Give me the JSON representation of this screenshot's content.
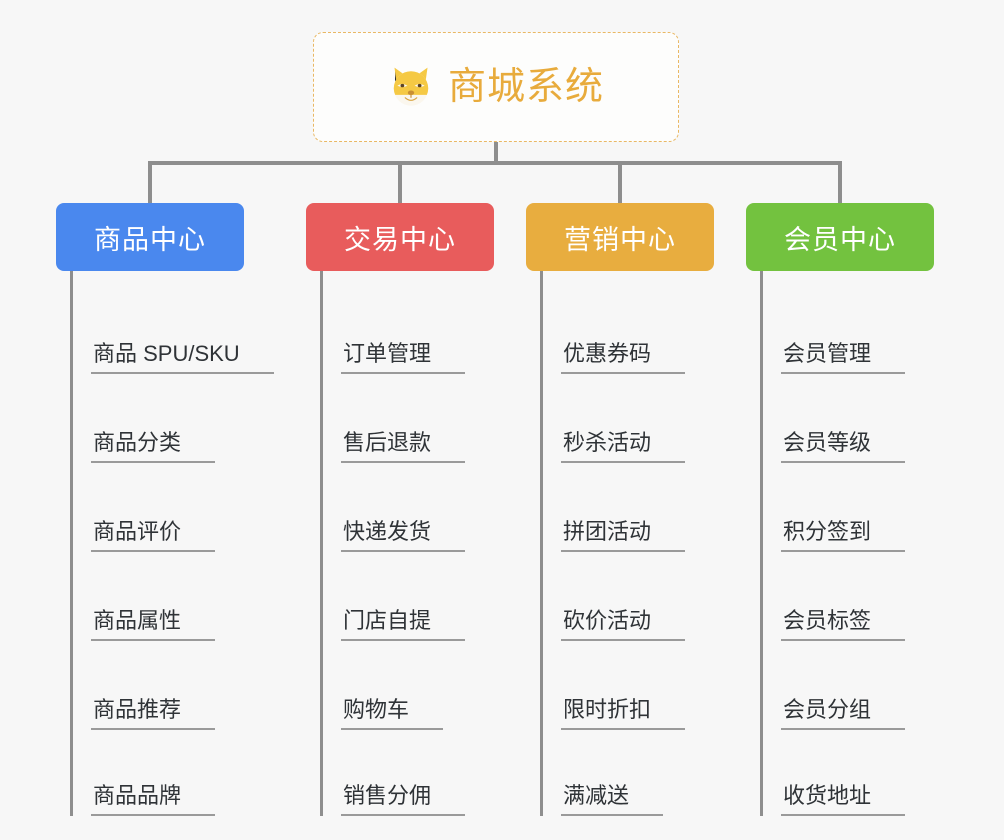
{
  "diagram": {
    "root": {
      "title": "商城系统",
      "icon": "shiba-dog-face-icon",
      "title_color": "#e8ab3c",
      "border_color": "#e9b864",
      "background": "#fdfdfc"
    },
    "canvas_background": "#f7f7f7",
    "connector_color": "#8e8e8e",
    "leaf_text_color": "#2f3337",
    "leaf_underline_color": "#9a9a9a",
    "categories": [
      {
        "label": "商品中心",
        "color": "#4a88ee",
        "items": [
          {
            "label": "商品 SPU/SKU"
          },
          {
            "label": "商品分类"
          },
          {
            "label": "商品评价"
          },
          {
            "label": "商品属性"
          },
          {
            "label": "商品推荐"
          },
          {
            "label": "商品品牌"
          }
        ]
      },
      {
        "label": "交易中心",
        "color": "#e85c5c",
        "items": [
          {
            "label": "订单管理"
          },
          {
            "label": "售后退款"
          },
          {
            "label": "快递发货"
          },
          {
            "label": "门店自提"
          },
          {
            "label": "购物车"
          },
          {
            "label": "销售分佣"
          }
        ]
      },
      {
        "label": "营销中心",
        "color": "#e8ad3f",
        "items": [
          {
            "label": "优惠券码"
          },
          {
            "label": "秒杀活动"
          },
          {
            "label": "拼团活动"
          },
          {
            "label": "砍价活动"
          },
          {
            "label": "限时折扣"
          },
          {
            "label": "满减送"
          }
        ]
      },
      {
        "label": "会员中心",
        "color": "#73c23f",
        "items": [
          {
            "label": "会员管理"
          },
          {
            "label": "会员等级"
          },
          {
            "label": "积分签到"
          },
          {
            "label": "会员标签"
          },
          {
            "label": "会员分组"
          },
          {
            "label": "收货地址"
          }
        ]
      }
    ]
  }
}
